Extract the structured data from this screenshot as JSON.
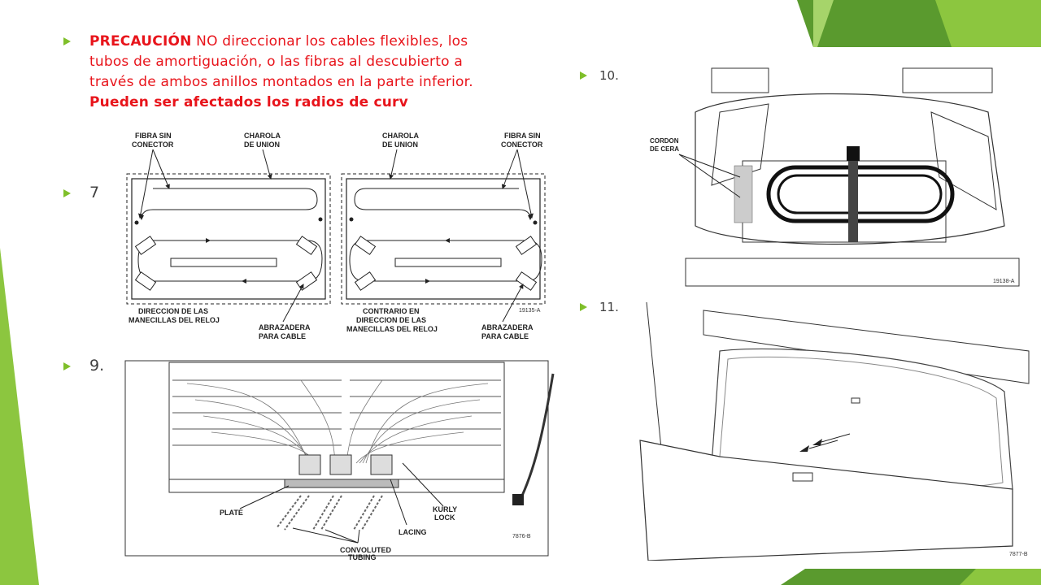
{
  "caution": {
    "bold_lead": "PRECAUCIÓN",
    "text": " NO direccionar los cables flexibles, los tubos de amortiguación, o las fibras al descubierto a través de ambos anillos montados en la parte inferior.",
    "bold_tail": " Pueden ser afectados los radios de curv"
  },
  "steps": {
    "s7": "7",
    "s9": "9.",
    "s10": "10.",
    "s11": "11."
  },
  "fig7": {
    "label_fiber_left": [
      "FIBRA SIN",
      "CONECTOR"
    ],
    "label_tray_left": [
      "CHAROLA",
      "DE UNION"
    ],
    "label_tray_right": [
      "CHAROLA",
      "DE UNION"
    ],
    "label_fiber_right": [
      "FIBRA SIN",
      "CONECTOR"
    ],
    "label_clockwise": [
      "DIRECCION DE LAS",
      "MANECILLAS DEL RELOJ"
    ],
    "label_clamp_left": [
      "ABRAZADERA",
      "PARA CABLE"
    ],
    "label_counter": [
      "CONTRARIO EN",
      "DIRECCION DE LAS",
      "MANECILLAS DEL RELOJ"
    ],
    "label_clamp_right": [
      "ABRAZADERA",
      "PARA CABLE"
    ],
    "code": "19135-A"
  },
  "fig9": {
    "label_plate": "PLATE",
    "label_kurly": [
      "KURLY",
      "LOCK"
    ],
    "label_lacing": "LACING",
    "label_tubing": [
      "CONVOLUTED",
      "TUBING"
    ],
    "code": "7876-B"
  },
  "fig10": {
    "label_cordon": [
      "CORDON",
      "DE CERA"
    ],
    "code": "19138-A"
  },
  "fig11": {
    "code": "7877-B"
  },
  "colors": {
    "accent_green": "#7fbf2a",
    "dark_green": "#5a9a2e",
    "caution_red": "#e8141b"
  }
}
